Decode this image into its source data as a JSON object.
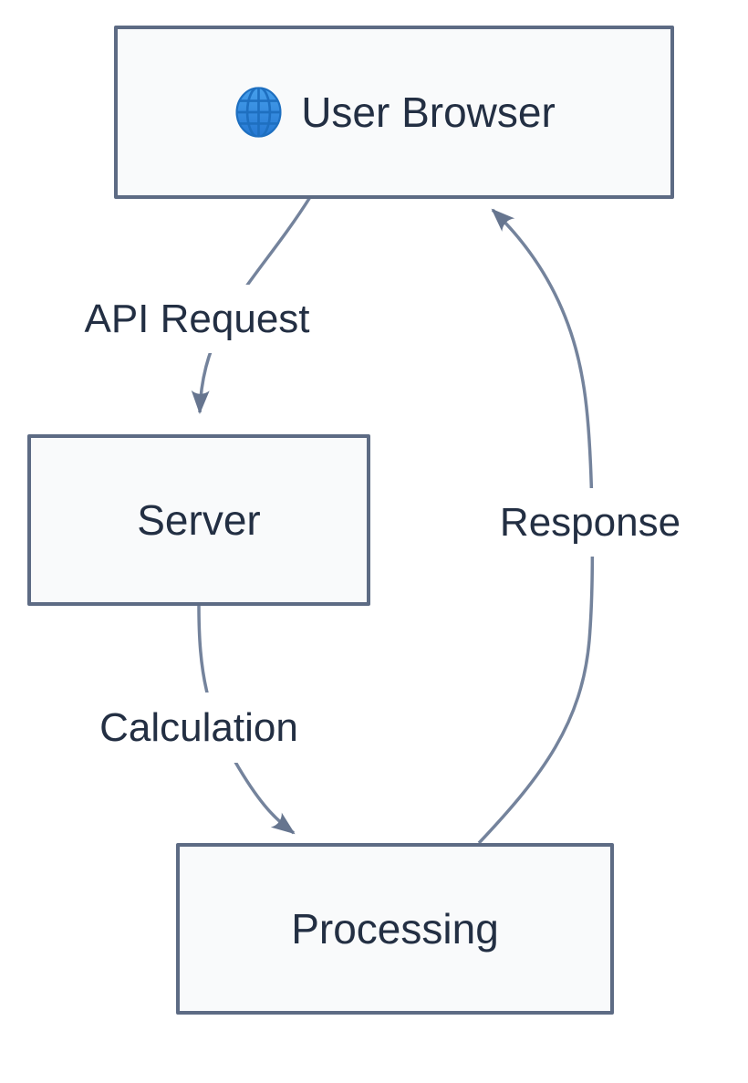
{
  "diagram": {
    "type": "flowchart",
    "direction": "top-down",
    "background": "#ffffff",
    "nodes": [
      {
        "id": "user-browser",
        "label": "User Browser",
        "icon": "globe-icon"
      },
      {
        "id": "server",
        "label": "Server"
      },
      {
        "id": "processing",
        "label": "Processing"
      }
    ],
    "edges": [
      {
        "from": "user-browser",
        "to": "server",
        "label": "API Request"
      },
      {
        "from": "server",
        "to": "processing",
        "label": "Calculation"
      },
      {
        "from": "processing",
        "to": "user-browser",
        "label": "Response"
      }
    ],
    "colors": {
      "node_fill": "#f9fafb",
      "node_border": "#5d6b84",
      "edge_stroke": "#74839c",
      "arrow_fill": "#66758f",
      "text": "#232f43",
      "edge_label_bg": "#ffffff",
      "globe_blue": "#2e86e0",
      "globe_grid": "#1e6fc0"
    }
  }
}
